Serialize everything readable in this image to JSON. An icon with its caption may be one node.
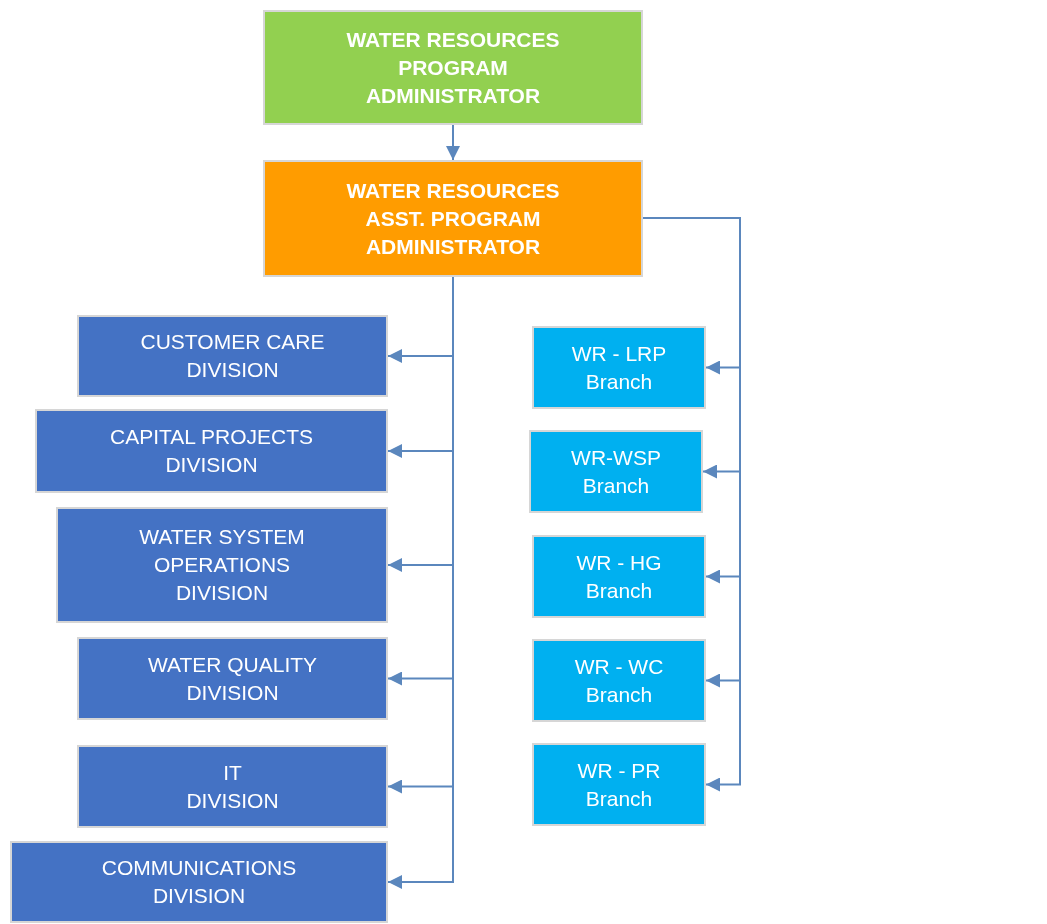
{
  "diagram": {
    "nodes": [
      {
        "text": [
          "WATER RESOURCES PROGRAM ADMINISTRATOR"
        ]
      },
      {
        "text": [
          "WATER RESOURCES ASST. PROGRAM ADMINISTRATOR"
        ]
      },
      {
        "text": [
          "CUSTOMER CARE DIVISION"
        ]
      },
      {
        "text": [
          "CAPITAL PROJECTS DIVISION"
        ]
      },
      {
        "text": [
          "WATER SYSTEM OPERATIONS DIVISION"
        ]
      },
      {
        "text": [
          "WATER QUALITY DIVISION"
        ]
      },
      {
        "text": [
          "IT DIVISION"
        ]
      },
      {
        "text": [
          "COMMUNICATIONS DIVISION"
        ]
      },
      {
        "text": [
          "WR - LRP Branch"
        ]
      },
      {
        "text": [
          "WR-WSP Branch"
        ]
      },
      {
        "text": [
          "WR - HG Branch"
        ]
      },
      {
        "text": [
          "WR - WC Branch"
        ]
      },
      {
        "text": [
          "WR - PR Branch"
        ]
      }
    ],
    "edges": [
      {
        "from": 0,
        "to": 1,
        "arrow": "to"
      },
      {
        "from": 1,
        "to": 2,
        "arrow": "to"
      },
      {
        "from": 1,
        "to": 3,
        "arrow": "to"
      },
      {
        "from": 1,
        "to": 4,
        "arrow": "to"
      },
      {
        "from": 1,
        "to": 5,
        "arrow": "to"
      },
      {
        "from": 1,
        "to": 6,
        "arrow": "to"
      },
      {
        "from": 1,
        "to": 7,
        "arrow": "to"
      },
      {
        "from": 1,
        "to": 8,
        "arrow": "to"
      },
      {
        "from": 1,
        "to": 9,
        "arrow": "to"
      },
      {
        "from": 1,
        "to": 10,
        "arrow": "to"
      },
      {
        "from": 1,
        "to": 11,
        "arrow": "to"
      },
      {
        "from": 1,
        "to": 12,
        "arrow": "to"
      }
    ]
  }
}
